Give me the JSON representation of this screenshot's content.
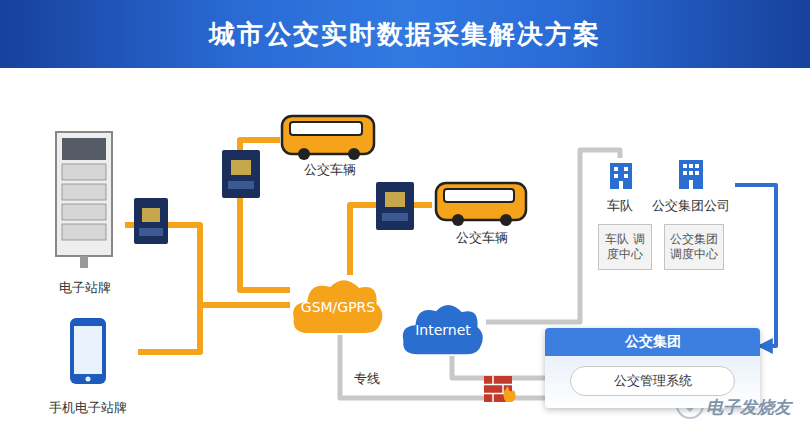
{
  "diagram": {
    "title": "城市公交实时数据采集解决方案",
    "nodes": [
      {
        "text": [
          "电子站牌"
        ]
      },
      {
        "text": [
          "手机电子站牌"
        ]
      },
      {
        "text": [
          "公交车辆"
        ]
      },
      {
        "text": [
          "公交车辆"
        ]
      },
      {
        "text": [
          "GSM/GPRS"
        ]
      },
      {
        "text": [
          "Internet"
        ]
      },
      {
        "text": [
          "车队"
        ]
      },
      {
        "text": [
          "公交集团公司"
        ]
      },
      {
        "text": [
          "车队 调度中心"
        ]
      },
      {
        "text": [
          "公交集团 调度中心"
        ]
      },
      {
        "text": [
          "公交集团"
        ]
      },
      {
        "text": [
          "公交管理系统"
        ],
        "in": 10
      }
    ],
    "edges": [
      {
        "from": 0,
        "to": 4,
        "arrow": "none"
      },
      {
        "from": 1,
        "to": 4,
        "arrow": "none"
      },
      {
        "from": 2,
        "to": 4,
        "arrow": "none"
      },
      {
        "from": 3,
        "to": 4,
        "arrow": "none"
      },
      {
        "from": 4,
        "to": 10,
        "label": "专线",
        "arrow": "none"
      },
      {
        "from": 5,
        "to": 10,
        "arrow": "none"
      },
      {
        "from": 5,
        "to": 6,
        "arrow": "none"
      },
      {
        "from": 7,
        "to": 10,
        "arrow": "to"
      }
    ],
    "labels": [
      "电子发烧友"
    ]
  }
}
